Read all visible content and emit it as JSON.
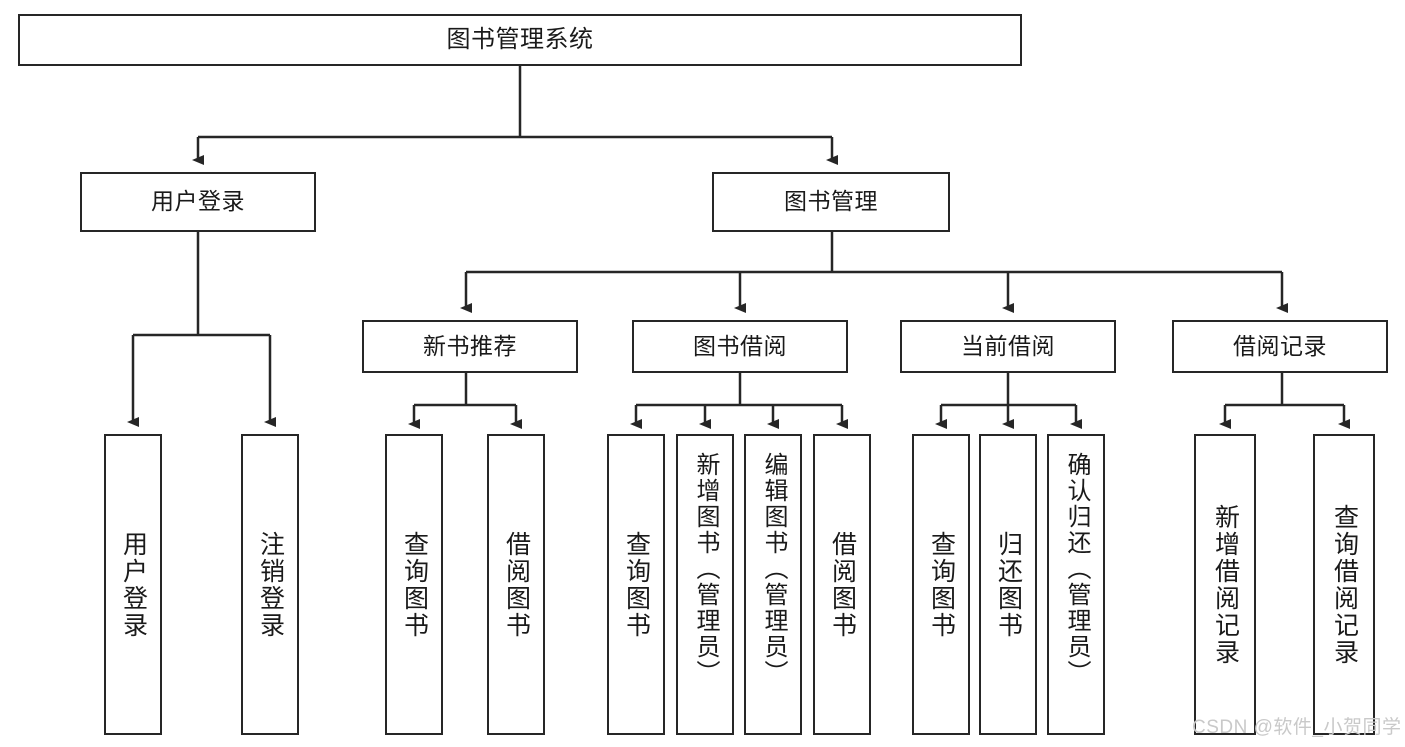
{
  "diagram": {
    "title": "图书管理系统",
    "root": {
      "label": "图书管理系统"
    },
    "level2": [
      {
        "label": "用户登录"
      },
      {
        "label": "图书管理"
      }
    ],
    "level3": [
      {
        "label": "新书推荐"
      },
      {
        "label": "图书借阅"
      },
      {
        "label": "当前借阅"
      },
      {
        "label": "借阅记录"
      }
    ],
    "leaves": {
      "user_login": [
        {
          "label": "用户登录"
        },
        {
          "label": "注销登录"
        }
      ],
      "new_book_recommend": [
        {
          "label": "查询图书"
        },
        {
          "label": "借阅图书"
        }
      ],
      "book_borrow": [
        {
          "label": "查询图书"
        },
        {
          "label": "新增图书（管理员）"
        },
        {
          "label": "编辑图书（管理员）"
        },
        {
          "label": "借阅图书"
        }
      ],
      "current_borrow": [
        {
          "label": "查询图书"
        },
        {
          "label": "归还图书"
        },
        {
          "label": "确认归还（管理员）"
        }
      ],
      "borrow_record": [
        {
          "label": "新增借阅记录"
        },
        {
          "label": "查询借阅记录"
        }
      ]
    }
  },
  "watermark": {
    "text": "CSDN @软件_小贺同学"
  },
  "colors": {
    "stroke": "#262626",
    "text": "#1a1a1a",
    "background": "#ffffff",
    "watermark": "#c9c9c9"
  }
}
